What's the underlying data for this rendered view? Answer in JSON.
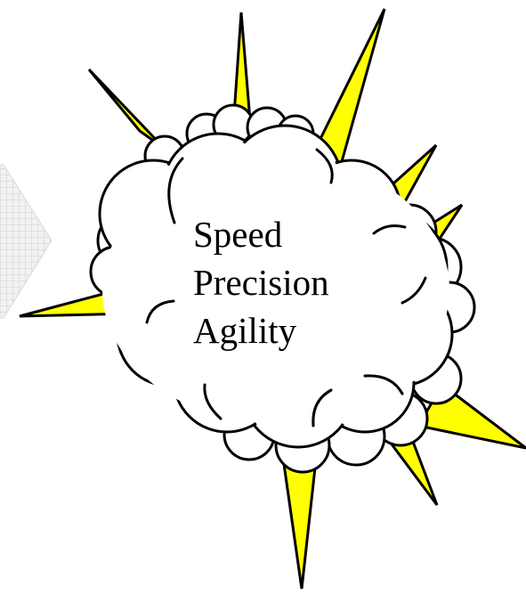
{
  "callout": {
    "lines": [
      "Speed",
      "Precision",
      "Agility"
    ]
  },
  "colors": {
    "spike_fill": "#ffff00",
    "cloud_fill": "#ffffff",
    "outline": "#000000",
    "arrow_grid": "#cccccc",
    "arrow_fill": "#f2f2f2"
  },
  "icons": {
    "background_shape": "grid-arrow-right",
    "burst": "explosion-spikes",
    "bubble": "cloud-callout"
  }
}
